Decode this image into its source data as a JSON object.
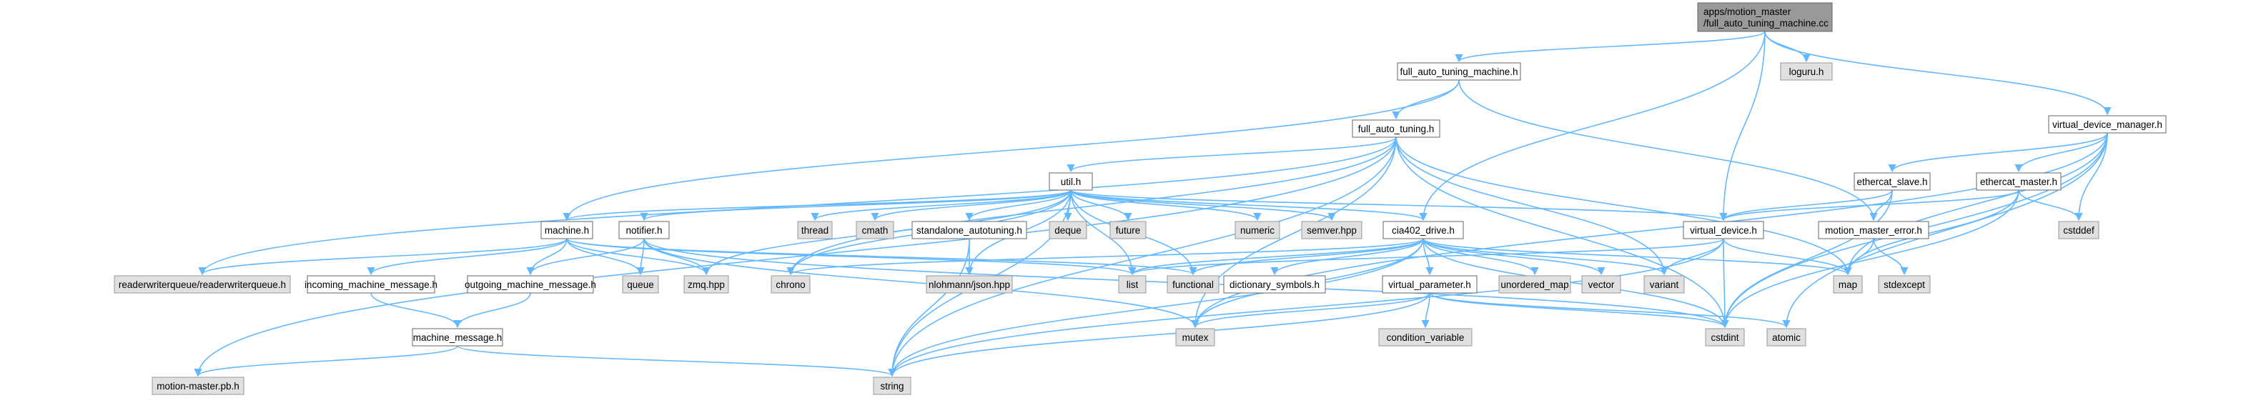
{
  "diagram": {
    "style": {
      "edge_color": "#63b8ff",
      "root_fill": "#999999",
      "node_fill": "#ffffff",
      "ext_fill": "#e0e0e0",
      "ext_stroke": "#999999",
      "node_stroke": "#666666"
    },
    "nodes": [
      {
        "id": "root",
        "kind": "root",
        "lines": [
          "apps/motion_master",
          "/full_auto_tuning_machine.cc"
        ]
      },
      {
        "id": "full_auto_tuning_machine_h",
        "kind": "node",
        "lines": [
          "full_auto_tuning_machine.h"
        ]
      },
      {
        "id": "loguru_h",
        "kind": "ext",
        "lines": [
          "loguru.h"
        ]
      },
      {
        "id": "virtual_device_manager_h",
        "kind": "node",
        "lines": [
          "virtual_device_manager.h"
        ]
      },
      {
        "id": "full_auto_tuning_h",
        "kind": "node",
        "lines": [
          "full_auto_tuning.h"
        ]
      },
      {
        "id": "util_h",
        "kind": "node",
        "lines": [
          "util.h"
        ]
      },
      {
        "id": "ethercat_slave_h",
        "kind": "node",
        "lines": [
          "ethercat_slave.h"
        ]
      },
      {
        "id": "ethercat_master_h",
        "kind": "node",
        "lines": [
          "ethercat_master.h"
        ]
      },
      {
        "id": "machine_h",
        "kind": "node",
        "lines": [
          "machine.h"
        ]
      },
      {
        "id": "notifier_h",
        "kind": "node",
        "lines": [
          "notifier.h"
        ]
      },
      {
        "id": "thread",
        "kind": "ext",
        "lines": [
          "thread"
        ]
      },
      {
        "id": "cmath",
        "kind": "ext",
        "lines": [
          "cmath"
        ]
      },
      {
        "id": "standalone_autotuning_h",
        "kind": "node",
        "lines": [
          "standalone_autotuning.h"
        ]
      },
      {
        "id": "deque",
        "kind": "ext",
        "lines": [
          "deque"
        ]
      },
      {
        "id": "future",
        "kind": "ext",
        "lines": [
          "future"
        ]
      },
      {
        "id": "numeric",
        "kind": "ext",
        "lines": [
          "numeric"
        ]
      },
      {
        "id": "semver_hpp",
        "kind": "ext",
        "lines": [
          "semver.hpp"
        ]
      },
      {
        "id": "cia402_drive_h",
        "kind": "node",
        "lines": [
          "cia402_drive.h"
        ]
      },
      {
        "id": "virtual_device_h",
        "kind": "node",
        "lines": [
          "virtual_device.h"
        ]
      },
      {
        "id": "motion_master_error_h",
        "kind": "node",
        "lines": [
          "motion_master_error.h"
        ]
      },
      {
        "id": "cstddef",
        "kind": "ext",
        "lines": [
          "cstddef"
        ]
      },
      {
        "id": "readerwriterqueue",
        "kind": "ext",
        "lines": [
          "readerwriterqueue/readerwriterqueue.h"
        ]
      },
      {
        "id": "incoming_machine_message_h",
        "kind": "node",
        "lines": [
          "incoming_machine_message.h"
        ]
      },
      {
        "id": "outgoing_machine_message_h",
        "kind": "node",
        "lines": [
          "outgoing_machine_message.h"
        ]
      },
      {
        "id": "queue",
        "kind": "ext",
        "lines": [
          "queue"
        ]
      },
      {
        "id": "zmq_hpp",
        "kind": "ext",
        "lines": [
          "zmq.hpp"
        ]
      },
      {
        "id": "chrono",
        "kind": "ext",
        "lines": [
          "chrono"
        ]
      },
      {
        "id": "nlohmann_json",
        "kind": "ext",
        "lines": [
          "nlohmann/json.hpp"
        ]
      },
      {
        "id": "list",
        "kind": "ext",
        "lines": [
          "list"
        ]
      },
      {
        "id": "functional",
        "kind": "ext",
        "lines": [
          "functional"
        ]
      },
      {
        "id": "dictionary_symbols_h",
        "kind": "node",
        "lines": [
          "dictionary_symbols.h"
        ]
      },
      {
        "id": "virtual_parameter_h",
        "kind": "node",
        "lines": [
          "virtual_parameter.h"
        ]
      },
      {
        "id": "unordered_map",
        "kind": "ext",
        "lines": [
          "unordered_map"
        ]
      },
      {
        "id": "vector",
        "kind": "ext",
        "lines": [
          "vector"
        ]
      },
      {
        "id": "variant",
        "kind": "ext",
        "lines": [
          "variant"
        ]
      },
      {
        "id": "map",
        "kind": "ext",
        "lines": [
          "map"
        ]
      },
      {
        "id": "stdexcept",
        "kind": "ext",
        "lines": [
          "stdexcept"
        ]
      },
      {
        "id": "machine_message_h",
        "kind": "node",
        "lines": [
          "machine_message.h"
        ]
      },
      {
        "id": "mutex",
        "kind": "ext",
        "lines": [
          "mutex"
        ]
      },
      {
        "id": "condition_variable",
        "kind": "ext",
        "lines": [
          "condition_variable"
        ]
      },
      {
        "id": "cstdint",
        "kind": "ext",
        "lines": [
          "cstdint"
        ]
      },
      {
        "id": "atomic",
        "kind": "ext",
        "lines": [
          "atomic"
        ]
      },
      {
        "id": "motion_master_pb_h",
        "kind": "ext",
        "lines": [
          "motion-master.pb.h"
        ]
      },
      {
        "id": "string",
        "kind": "ext",
        "lines": [
          "string"
        ]
      }
    ],
    "edges": [
      [
        "root",
        "full_auto_tuning_machine_h"
      ],
      [
        "root",
        "loguru_h"
      ],
      [
        "root",
        "virtual_device_manager_h"
      ],
      [
        "root",
        "cia402_drive_h"
      ],
      [
        "root",
        "virtual_device_h"
      ],
      [
        "full_auto_tuning_machine_h",
        "full_auto_tuning_h"
      ],
      [
        "full_auto_tuning_machine_h",
        "machine_h"
      ],
      [
        "full_auto_tuning_machine_h",
        "motion_master_error_h"
      ],
      [
        "full_auto_tuning_h",
        "util_h"
      ],
      [
        "full_auto_tuning_h",
        "chrono"
      ],
      [
        "full_auto_tuning_h",
        "cstdint"
      ],
      [
        "full_auto_tuning_h",
        "map"
      ],
      [
        "full_auto_tuning_h",
        "readerwriterqueue"
      ],
      [
        "full_auto_tuning_h",
        "string"
      ],
      [
        "full_auto_tuning_h",
        "mutex"
      ],
      [
        "full_auto_tuning_h",
        "variant"
      ],
      [
        "full_auto_tuning_h",
        "motion_master_pb_h"
      ],
      [
        "util_h",
        "thread"
      ],
      [
        "util_h",
        "cmath"
      ],
      [
        "util_h",
        "deque"
      ],
      [
        "util_h",
        "future"
      ],
      [
        "util_h",
        "numeric"
      ],
      [
        "util_h",
        "semver_hpp"
      ],
      [
        "util_h",
        "standalone_autotuning_h"
      ],
      [
        "util_h",
        "cia402_drive_h"
      ],
      [
        "util_h",
        "virtual_device_h"
      ],
      [
        "util_h",
        "notifier_h"
      ],
      [
        "util_h",
        "machine_h"
      ],
      [
        "util_h",
        "chrono"
      ],
      [
        "util_h",
        "list"
      ],
      [
        "util_h",
        "zmq_hpp"
      ],
      [
        "util_h",
        "nlohmann_json"
      ],
      [
        "util_h",
        "functional"
      ],
      [
        "util_h",
        "string"
      ],
      [
        "machine_h",
        "readerwriterqueue"
      ],
      [
        "machine_h",
        "incoming_machine_message_h"
      ],
      [
        "machine_h",
        "outgoing_machine_message_h"
      ],
      [
        "machine_h",
        "queue"
      ],
      [
        "machine_h",
        "zmq_hpp"
      ],
      [
        "machine_h",
        "list"
      ],
      [
        "machine_h",
        "functional"
      ],
      [
        "notifier_h",
        "queue"
      ],
      [
        "notifier_h",
        "zmq_hpp"
      ],
      [
        "notifier_h",
        "mutex"
      ],
      [
        "notifier_h",
        "outgoing_machine_message_h"
      ],
      [
        "notifier_h",
        "cstdint"
      ],
      [
        "incoming_machine_message_h",
        "machine_message_h"
      ],
      [
        "outgoing_machine_message_h",
        "machine_message_h"
      ],
      [
        "machine_message_h",
        "motion_master_pb_h"
      ],
      [
        "machine_message_h",
        "string"
      ],
      [
        "standalone_autotuning_h",
        "nlohmann_json"
      ],
      [
        "standalone_autotuning_h",
        "string"
      ],
      [
        "cia402_drive_h",
        "chrono"
      ],
      [
        "cia402_drive_h",
        "list"
      ],
      [
        "cia402_drive_h",
        "functional"
      ],
      [
        "cia402_drive_h",
        "mutex"
      ],
      [
        "cia402_drive_h",
        "string"
      ],
      [
        "cia402_drive_h",
        "dictionary_symbols_h"
      ],
      [
        "cia402_drive_h",
        "virtual_parameter_h"
      ],
      [
        "cia402_drive_h",
        "unordered_map"
      ],
      [
        "cia402_drive_h",
        "vector"
      ],
      [
        "cia402_drive_h",
        "variant"
      ],
      [
        "cia402_drive_h",
        "map"
      ],
      [
        "cia402_drive_h",
        "cstdint"
      ],
      [
        "virtual_parameter_h",
        "mutex"
      ],
      [
        "virtual_parameter_h",
        "condition_variable"
      ],
      [
        "virtual_parameter_h",
        "cstdint"
      ],
      [
        "virtual_parameter_h",
        "string"
      ],
      [
        "virtual_parameter_h",
        "atomic"
      ],
      [
        "virtual_device_h",
        "list"
      ],
      [
        "virtual_device_h",
        "map"
      ],
      [
        "virtual_device_h",
        "variant"
      ],
      [
        "virtual_device_h",
        "cstdint"
      ],
      [
        "virtual_device_h",
        "string"
      ],
      [
        "virtual_device_manager_h",
        "ethercat_slave_h"
      ],
      [
        "virtual_device_manager_h",
        "ethercat_master_h"
      ],
      [
        "virtual_device_manager_h",
        "cstddef"
      ],
      [
        "virtual_device_manager_h",
        "map"
      ],
      [
        "virtual_device_manager_h",
        "mutex"
      ],
      [
        "virtual_device_manager_h",
        "cstdint"
      ],
      [
        "virtual_device_manager_h",
        "atomic"
      ],
      [
        "ethercat_slave_h",
        "virtual_device_h"
      ],
      [
        "ethercat_slave_h",
        "motion_master_error_h"
      ],
      [
        "ethercat_slave_h",
        "cstdint"
      ],
      [
        "ethercat_master_h",
        "virtual_device_h"
      ],
      [
        "ethercat_master_h",
        "map"
      ],
      [
        "ethercat_master_h",
        "cstddef"
      ],
      [
        "ethercat_master_h",
        "cstdint"
      ],
      [
        "motion_master_error_h",
        "map"
      ],
      [
        "motion_master_error_h",
        "stdexcept"
      ]
    ]
  }
}
